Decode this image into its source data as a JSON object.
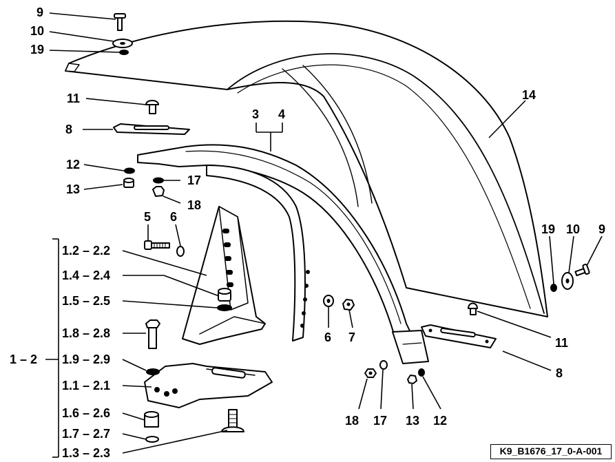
{
  "labels": {
    "c9_top": "9",
    "c10_top": "10",
    "c19_top": "19",
    "c11_left": "11",
    "c8_left": "8",
    "c12_left": "12",
    "c13_left": "13",
    "c17_mid": "17",
    "c18_mid": "18",
    "c3": "3",
    "c4": "4",
    "c14": "14",
    "c5": "5",
    "c6_upper": "6",
    "r_1_2_2_2": "1.2 – 2.2",
    "r_1_4_2_4": "1.4 – 2.4",
    "r_1_5_2_5": "1.5 – 2.5",
    "r_1_8_2_8": "1.8 – 2.8",
    "r_1_9_2_9": "1.9 – 2.9",
    "r_1_1_2_1": "1.1 – 2.1",
    "r_1_6_2_6": "1.6 – 2.6",
    "r_1_7_2_7": "1.7 – 2.7",
    "r_1_3_2_3": "1.3 – 2.3",
    "r_1_2": "1 – 2",
    "c6_lower": "6",
    "c7": "7",
    "c19_right": "19",
    "c10_right": "10",
    "c9_right": "9",
    "c11_right": "11",
    "c8_right": "8",
    "c18_bottom": "18",
    "c17_bottom": "17",
    "c13_bottom": "13",
    "c12_bottom": "12"
  },
  "drawing_code": "K9_B1676_17_0-A-001"
}
